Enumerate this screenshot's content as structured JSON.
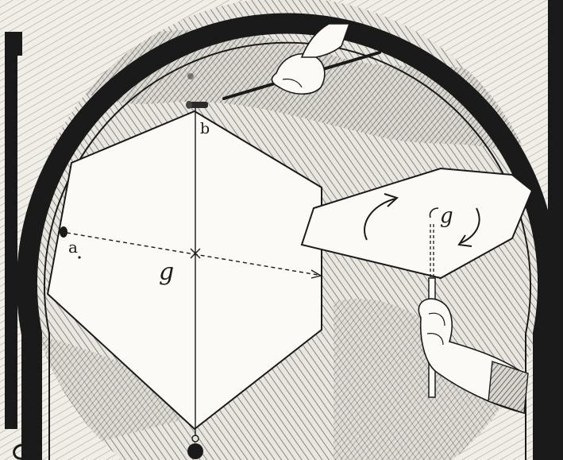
{
  "colors": {
    "ink": "#1a1a1a",
    "paper": "#f4f1ea",
    "shading": "#8c8c8c",
    "card": "#fbfaf6"
  },
  "labels": {
    "point_a": "a",
    "point_b": "b",
    "center_g": "g",
    "spin_g": "g"
  },
  "icons": [
    "hand-with-rod-icon",
    "hand-holding-stick-icon",
    "plumb-bob-icon",
    "rotation-arrow-icon"
  ]
}
